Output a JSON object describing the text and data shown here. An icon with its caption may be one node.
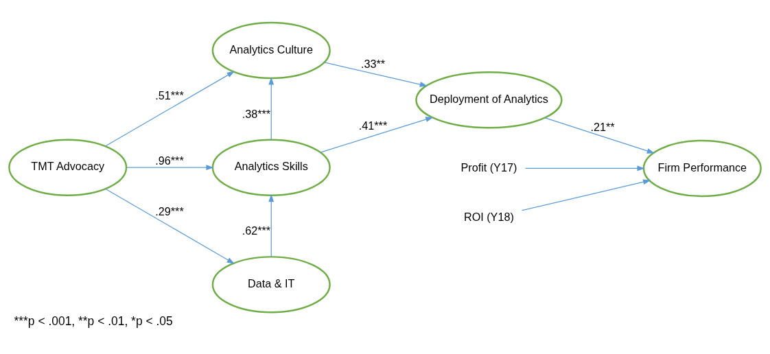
{
  "diagram": {
    "caption": "***p < .001, **p < .01, *p < .05",
    "nodes": [
      {
        "text": [
          "TMT Advocacy"
        ]
      },
      {
        "text": [
          "Analytics Culture"
        ]
      },
      {
        "text": [
          "Analytics Skills"
        ]
      },
      {
        "text": [
          "Data & IT"
        ]
      },
      {
        "text": [
          "Deployment of Analytics"
        ]
      },
      {
        "text": [
          "Firm Performance"
        ]
      },
      {
        "text": [
          "Profit (Y17)"
        ]
      },
      {
        "text": [
          "ROI (Y18)"
        ]
      }
    ],
    "edges": [
      {
        "from": 0,
        "to": 1,
        "arrow": "to",
        "label": ".51***"
      },
      {
        "from": 0,
        "to": 2,
        "arrow": "to",
        "label": ".96***"
      },
      {
        "from": 0,
        "to": 3,
        "arrow": "to",
        "label": ".29***"
      },
      {
        "from": 2,
        "to": 1,
        "arrow": "to",
        "label": ".38***"
      },
      {
        "from": 3,
        "to": 2,
        "arrow": "to",
        "label": ".62***"
      },
      {
        "from": 1,
        "to": 4,
        "arrow": "to",
        "label": ".33**"
      },
      {
        "from": 2,
        "to": 4,
        "arrow": "to",
        "label": ".41***"
      },
      {
        "from": 4,
        "to": 5,
        "arrow": "to",
        "label": ".21**"
      },
      {
        "from": 6,
        "to": 5,
        "arrow": "to"
      },
      {
        "from": 7,
        "to": 5,
        "arrow": "to"
      }
    ]
  }
}
